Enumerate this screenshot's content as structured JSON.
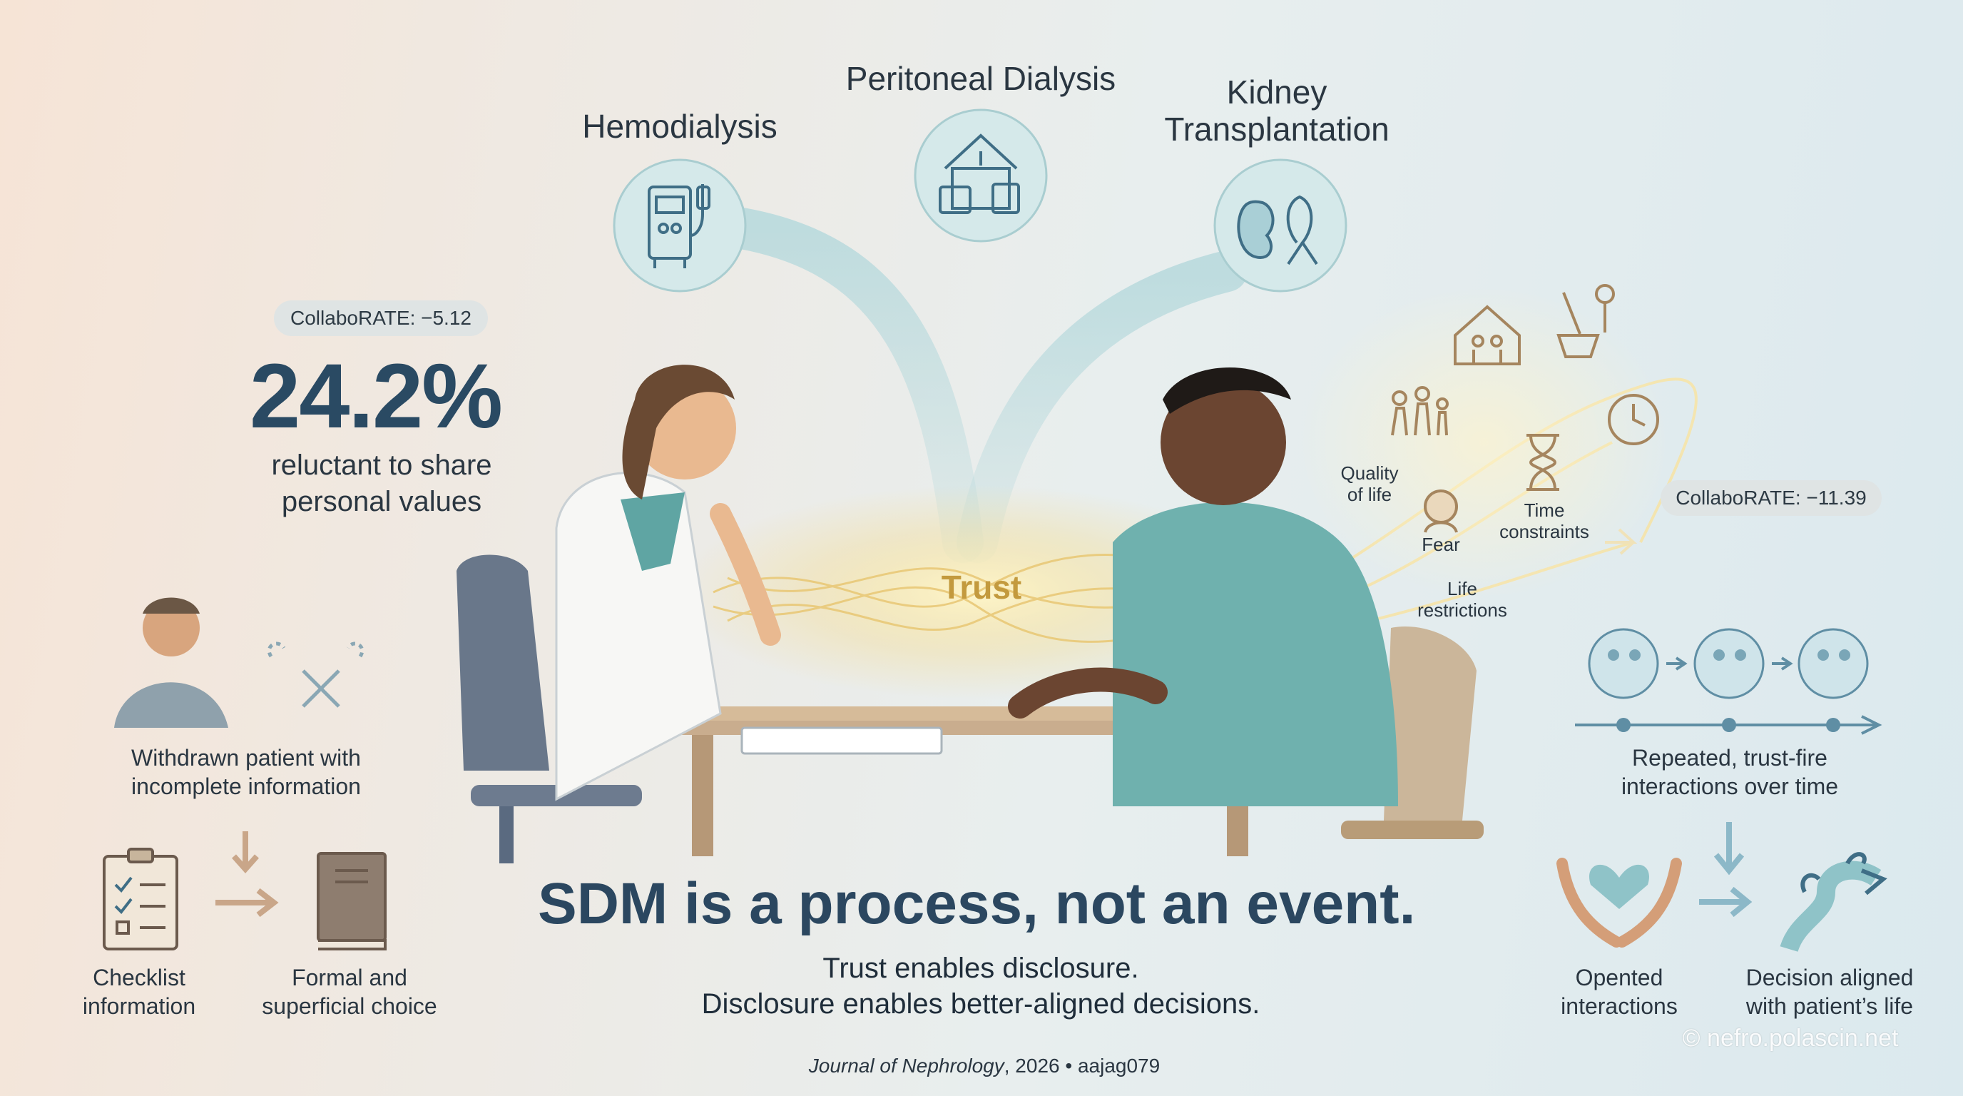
{
  "options": {
    "hemodialysis": "Hemodialysis",
    "peritoneal": "Peritoneal Dialysis",
    "kidney_line1": "Kidney",
    "kidney_line2": "Transplantation"
  },
  "left": {
    "score_pill": "CollaboRATE: −5.12",
    "stat": "24.2%",
    "stat_caption_line1": "reluctant to share",
    "stat_caption_line2": "personal values",
    "withdrawn_line1": "Withdrawn patient with",
    "withdrawn_line2": "incomplete information",
    "checklist_line1": "Checklist",
    "checklist_line2": "information",
    "formal_line1": "Formal and",
    "formal_line2": "superficial choice"
  },
  "center": {
    "trust_label": "Trust",
    "headline": "SDM is a process, not an event.",
    "sub_line1": "Trust enables disclosure.",
    "sub_line2": "Disclosure enables better-aligned decisions.",
    "citation_journal": "Journal of Nephrology",
    "citation_rest": ", 2026 • aajag079"
  },
  "concerns": {
    "quality_line1": "Quality",
    "quality_line2": "of life",
    "fear": "Fear",
    "time_line1": "Time",
    "time_line2": "constraints",
    "life_line1": "Life",
    "life_line2": "restrictions"
  },
  "right": {
    "score_pill": "CollaboRATE: −11.39",
    "repeated_line1": "Repeated, trust-fire",
    "repeated_line2": "interactions over time",
    "opened_line1": "Opented",
    "opened_line2": "interactions",
    "decision_line1": "Decision aligned",
    "decision_line2": "with patient’s life"
  },
  "watermark": "© nefro.polascin.net",
  "colors": {
    "accent_blue": "#2b4760",
    "teal": "#8fc3c8",
    "trust_gold": "#c39a3e",
    "icon_stroke": "#3f6e86"
  }
}
